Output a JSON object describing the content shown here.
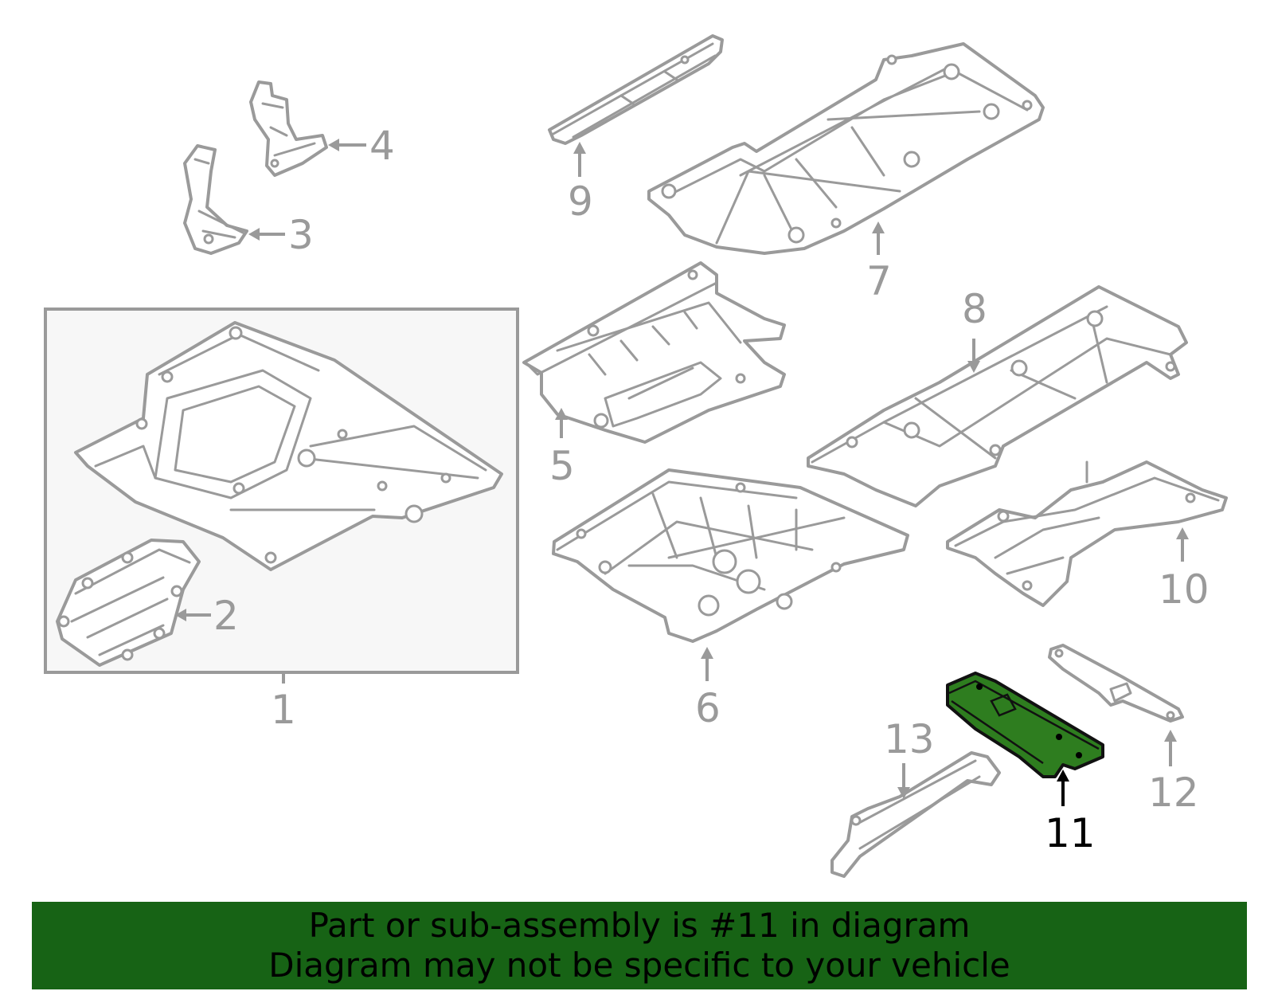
{
  "callouts": [
    "1",
    "2",
    "3",
    "4",
    "5",
    "6",
    "7",
    "8",
    "9",
    "10",
    "11",
    "12",
    "13"
  ],
  "highlighted_callout": "11",
  "colors": {
    "line_art": "#9a9a9a",
    "highlight_fill": "#2e7d1f",
    "banner_background": "#176315",
    "banner_text": "#000000"
  },
  "banner": {
    "line1": "Part or sub-assembly is #11 in diagram",
    "line2": "Diagram may not be specific to your vehicle"
  }
}
